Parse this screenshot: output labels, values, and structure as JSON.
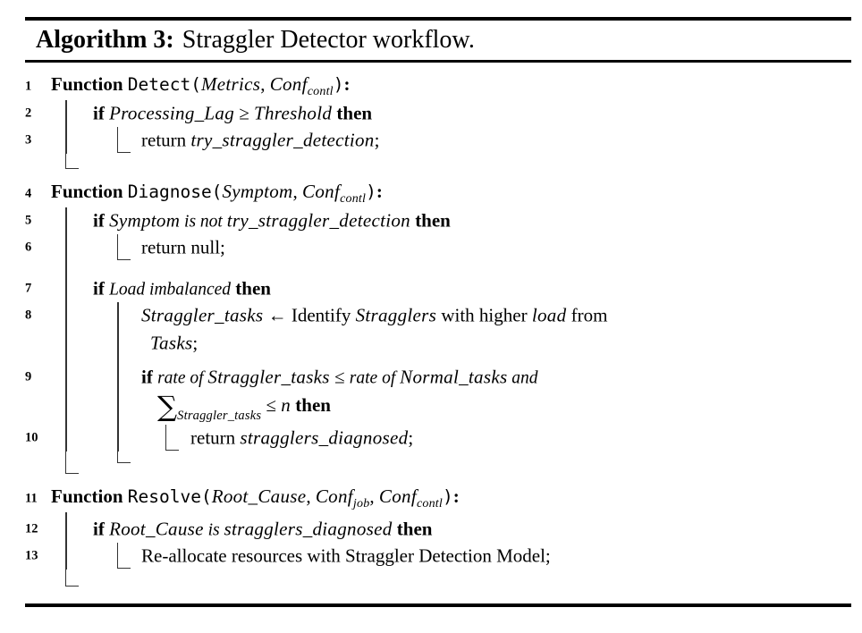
{
  "figure": {
    "title": {
      "label": "Algorithm 3:",
      "caption": "Straggler Detector workflow."
    },
    "colors": {
      "background": "#ffffff",
      "text": "#000000",
      "rules": "#000000",
      "block_guides": "#333333"
    },
    "line_count": 13
  },
  "algorithm": {
    "rows": [
      {
        "no": "1",
        "indent": 0,
        "h": 30,
        "seg": [
          [
            "kw",
            "Function "
          ],
          [
            "fn",
            "Detect("
          ],
          [
            "var",
            "Metrics"
          ],
          [
            "txt",
            ", "
          ],
          [
            "var",
            "Conf"
          ],
          [
            "sub",
            "contl"
          ],
          [
            "fn",
            ")"
          ],
          [
            "kw",
            ":"
          ]
        ]
      },
      {
        "no": "2",
        "indent": 1,
        "h": 30,
        "rules": [
          1
        ],
        "seg": [
          [
            "kw",
            "if "
          ],
          [
            "var",
            "Processing_Lag"
          ],
          [
            "txt",
            " ≥ "
          ],
          [
            "var",
            "Threshold"
          ],
          [
            "kw",
            " then"
          ]
        ]
      },
      {
        "no": "3",
        "indent": 2,
        "h": 30,
        "rules": [
          1
        ],
        "hooks": [
          [
            2,
            30
          ]
        ],
        "seg": [
          [
            "txt",
            "return "
          ],
          [
            "var",
            "try_straggler_detection"
          ],
          [
            "txt",
            ";"
          ]
        ]
      },
      {
        "type": "gap",
        "h": 22,
        "hooks": [
          [
            1,
            18
          ]
        ]
      },
      {
        "type": "gap",
        "h": 8
      },
      {
        "no": "4",
        "indent": 0,
        "h": 30,
        "seg": [
          [
            "kw",
            "Function "
          ],
          [
            "fn",
            "Diagnose("
          ],
          [
            "var",
            "Symptom"
          ],
          [
            "txt",
            ", "
          ],
          [
            "var",
            "Conf"
          ],
          [
            "sub",
            "contl"
          ],
          [
            "fn",
            ")"
          ],
          [
            "kw",
            ":"
          ]
        ]
      },
      {
        "no": "5",
        "indent": 1,
        "h": 30,
        "rules": [
          1
        ],
        "seg": [
          [
            "kw",
            "if "
          ],
          [
            "var",
            "Symptom"
          ],
          [
            "emph",
            " is not "
          ],
          [
            "var",
            "try_straggler_detection"
          ],
          [
            "kw",
            " then"
          ]
        ]
      },
      {
        "no": "6",
        "indent": 2,
        "h": 30,
        "rules": [
          1
        ],
        "hooks": [
          [
            2,
            30
          ]
        ],
        "seg": [
          [
            "txt",
            "return null;"
          ]
        ]
      },
      {
        "type": "gap",
        "h": 16,
        "rules": [
          1
        ]
      },
      {
        "no": "7",
        "indent": 1,
        "h": 30,
        "rules": [
          1
        ],
        "seg": [
          [
            "kw",
            "if "
          ],
          [
            "emph",
            "Load imbalanced"
          ],
          [
            "kw",
            " then"
          ]
        ]
      },
      {
        "no": "8",
        "indent": 2,
        "h": 30,
        "rules": [
          1,
          2
        ],
        "seg": [
          [
            "var",
            "Straggler_tasks"
          ],
          [
            "txt",
            " ← Identify "
          ],
          [
            "var",
            "Stragglers"
          ],
          [
            "txt",
            " with higher "
          ],
          [
            "var",
            "load"
          ],
          [
            "txt",
            " from"
          ]
        ]
      },
      {
        "type": "cont",
        "indent": 2,
        "hang": 10,
        "h": 32,
        "rules": [
          1,
          2
        ],
        "seg": [
          [
            "var",
            "Tasks"
          ],
          [
            "txt",
            ";"
          ]
        ]
      },
      {
        "type": "gap",
        "h": 7,
        "rules": [
          1,
          2
        ]
      },
      {
        "no": "9",
        "indent": 2,
        "h": 30,
        "rules": [
          1,
          2
        ],
        "seg": [
          [
            "kw",
            "if "
          ],
          [
            "emph",
            "rate of "
          ],
          [
            "var",
            "Straggler_tasks"
          ],
          [
            "txt",
            " ≤ "
          ],
          [
            "emph",
            "rate of "
          ],
          [
            "var",
            "Normal_tasks"
          ],
          [
            "emph",
            " and"
          ]
        ]
      },
      {
        "type": "cont",
        "indent": 2,
        "hang": 18,
        "h": 38,
        "rules": [
          1,
          2
        ],
        "seg": [
          [
            "sum",
            "∑"
          ],
          [
            "ssub",
            "Straggler_tasks"
          ],
          [
            "txt",
            " ≤ "
          ],
          [
            "var",
            "n"
          ],
          [
            "kw",
            " then"
          ]
        ]
      },
      {
        "no": "10",
        "indent": 3,
        "h": 30,
        "rules": [
          1,
          2
        ],
        "hooks": [
          [
            3,
            30
          ]
        ],
        "seg": [
          [
            "txt",
            "return "
          ],
          [
            "var",
            "stragglers_diagnosed"
          ],
          [
            "txt",
            ";"
          ]
        ]
      },
      {
        "type": "gap",
        "h": 28,
        "hooks": [
          [
            1,
            26
          ],
          [
            2,
            14
          ]
        ]
      },
      {
        "type": "gap",
        "h": 10
      },
      {
        "no": "11",
        "indent": 0,
        "h": 30,
        "seg": [
          [
            "kw",
            "Function "
          ],
          [
            "fn",
            "Resolve("
          ],
          [
            "var",
            "Root_Cause"
          ],
          [
            "txt",
            ", "
          ],
          [
            "var",
            "Conf"
          ],
          [
            "sub",
            "job"
          ],
          [
            "txt",
            ", "
          ],
          [
            "var",
            "Conf"
          ],
          [
            "sub",
            "contl"
          ],
          [
            "fn",
            ")"
          ],
          [
            "kw",
            ":"
          ]
        ]
      },
      {
        "type": "gap",
        "h": 4,
        "rules": [
          1
        ]
      },
      {
        "no": "12",
        "indent": 1,
        "h": 30,
        "rules": [
          1
        ],
        "seg": [
          [
            "kw",
            "if "
          ],
          [
            "var",
            "Root_Cause"
          ],
          [
            "emph",
            " is "
          ],
          [
            "var",
            "stragglers_diagnosed"
          ],
          [
            "kw",
            " then"
          ]
        ]
      },
      {
        "no": "13",
        "indent": 2,
        "h": 30,
        "rules": [
          1
        ],
        "hooks": [
          [
            2,
            30
          ]
        ],
        "seg": [
          [
            "txt",
            "Re-allocate resources with Straggler Detection Model;"
          ]
        ]
      },
      {
        "type": "gap",
        "h": 24,
        "hooks": [
          [
            1,
            20
          ]
        ]
      }
    ]
  }
}
